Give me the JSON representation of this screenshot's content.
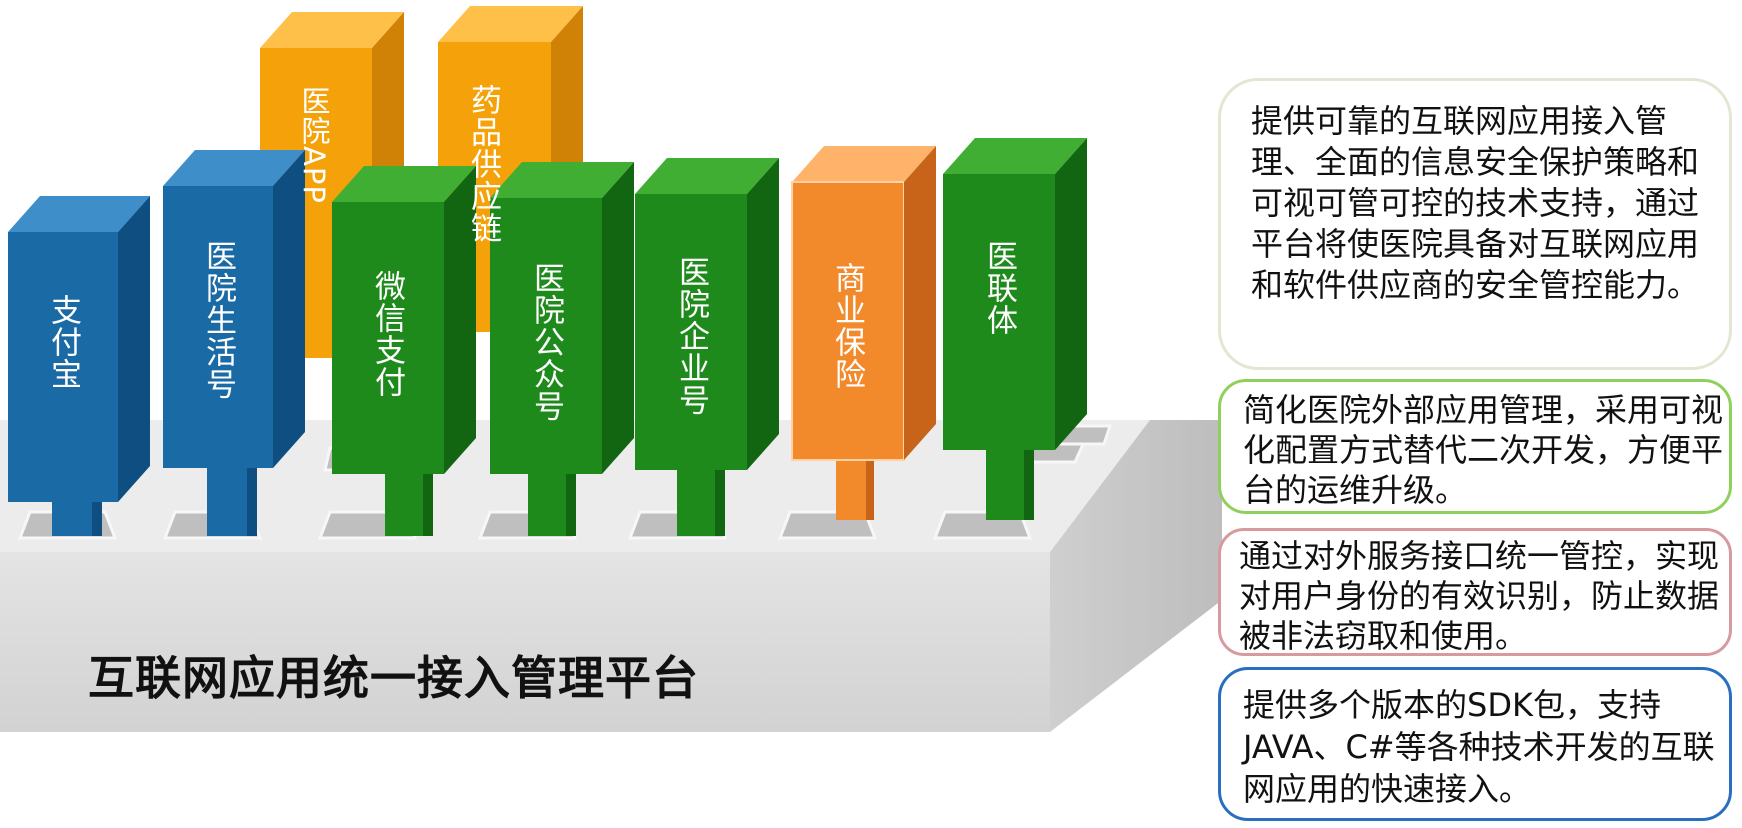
{
  "platform": {
    "title": "互联网应用统一接入管理平台"
  },
  "pillars": [
    {
      "label": "医院APP",
      "color": "orange"
    },
    {
      "label": "药品供应链",
      "color": "orange"
    },
    {
      "label": "支付宝",
      "color": "blue"
    },
    {
      "label": "医院生活号",
      "color": "blue"
    },
    {
      "label": "微信支付",
      "color": "green"
    },
    {
      "label": "医院公众号",
      "color": "green"
    },
    {
      "label": "医院企业号",
      "color": "green"
    },
    {
      "label": "商业保险",
      "color": "orange"
    },
    {
      "label": "医联体",
      "color": "green"
    }
  ],
  "descriptions": [
    {
      "text": "提供可靠的互联网应用接入管理、全面的信息安全保护策略和可视可管可控的技术支持，通过平台将使医院具备对互联网应用和软件供应商的安全管控能力。",
      "border": "#e3e6d2"
    },
    {
      "text": "简化医院外部应用管理，采用可视化配置方式替代二次开发，方便平台的运维升级。",
      "border": "#8fd05a"
    },
    {
      "text": "通过对外服务接口统一管控，实现对用户身份的有效识别，防止数据被非法窃取和使用。",
      "border": "#d79a9e"
    },
    {
      "text": "提供多个版本的SDK包，支持JAVA、C#等各种技术开发的互联网应用的快速接入。",
      "border": "#2a6fbf"
    }
  ],
  "colors": {
    "blue": "#1a6aa6",
    "green": "#1f8a1c",
    "orange": "#f5a20a",
    "bright_orange": "#f28a2c",
    "platform_top": "#ececec",
    "platform_front": "#dcdcdc"
  }
}
